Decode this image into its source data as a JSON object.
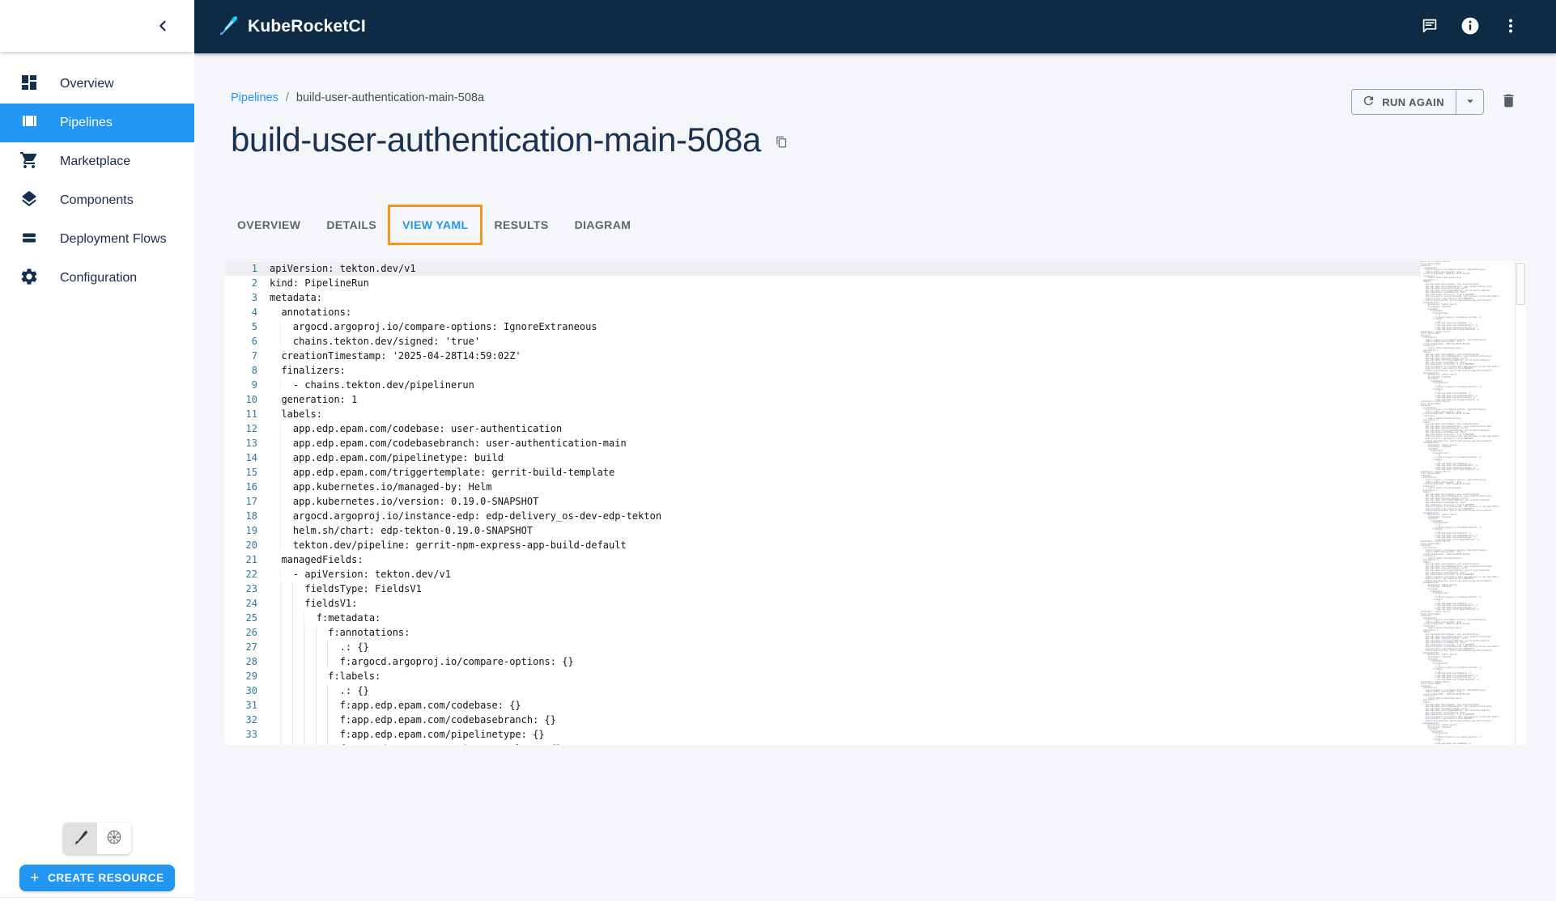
{
  "app": {
    "name": "KubeRocketCI"
  },
  "topbar": {
    "icons": [
      "feedback-icon",
      "info-icon",
      "kebab-menu-icon"
    ]
  },
  "sidebar": {
    "items": [
      {
        "label": "Overview",
        "selected": false
      },
      {
        "label": "Pipelines",
        "selected": true
      },
      {
        "label": "Marketplace",
        "selected": false
      },
      {
        "label": "Components",
        "selected": false
      },
      {
        "label": "Deployment Flows",
        "selected": false
      },
      {
        "label": "Configuration",
        "selected": false
      }
    ],
    "create_button_label": "CREATE RESOURCE"
  },
  "breadcrumb": {
    "parent": "Pipelines",
    "separator": "/",
    "current": "build-user-authentication-main-508a"
  },
  "page": {
    "title": "build-user-authentication-main-508a"
  },
  "actions": {
    "run_again_label": "RUN AGAIN"
  },
  "tabs": [
    {
      "label": "OVERVIEW",
      "active": false
    },
    {
      "label": "DETAILS",
      "active": false
    },
    {
      "label": "VIEW YAML",
      "active": true
    },
    {
      "label": "RESULTS",
      "active": false
    },
    {
      "label": "DIAGRAM",
      "active": false
    }
  ],
  "editor": {
    "language": "yaml",
    "current_line": 1,
    "lines": [
      "apiVersion: tekton.dev/v1",
      "kind: PipelineRun",
      "metadata:",
      "  annotations:",
      "    argocd.argoproj.io/compare-options: IgnoreExtraneous",
      "    chains.tekton.dev/signed: 'true'",
      "  creationTimestamp: '2025-04-28T14:59:02Z'",
      "  finalizers:",
      "    - chains.tekton.dev/pipelinerun",
      "  generation: 1",
      "  labels:",
      "    app.edp.epam.com/codebase: user-authentication",
      "    app.edp.epam.com/codebasebranch: user-authentication-main",
      "    app.edp.epam.com/pipelinetype: build",
      "    app.edp.epam.com/triggertemplate: gerrit-build-template",
      "    app.kubernetes.io/managed-by: Helm",
      "    app.kubernetes.io/version: 0.19.0-SNAPSHOT",
      "    argocd.argoproj.io/instance-edp: edp-delivery_os-dev-edp-tekton",
      "    helm.sh/chart: edp-tekton-0.19.0-SNAPSHOT",
      "    tekton.dev/pipeline: gerrit-npm-express-app-build-default",
      "  managedFields:",
      "    - apiVersion: tekton.dev/v1",
      "      fieldsType: FieldsV1",
      "      fieldsV1:",
      "        f:metadata:",
      "          f:annotations:",
      "            .: {}",
      "            f:argocd.argoproj.io/compare-options: {}",
      "          f:labels:",
      "            .: {}",
      "            f:app.edp.epam.com/codebase: {}",
      "            f:app.edp.epam.com/codebasebranch: {}",
      "            f:app.edp.epam.com/pipelinetype: {}",
      "            f:app.edp.epam.com/triggertemplate: {}"
    ]
  },
  "colors": {
    "topbar_bg": "#0d2b45",
    "accent_blue": "#2196f3",
    "focus_orange": "#f7941e",
    "page_bg": "#f5f6fa",
    "line_number": "#2a7a99",
    "logo_cyan": "#29b6f6"
  }
}
